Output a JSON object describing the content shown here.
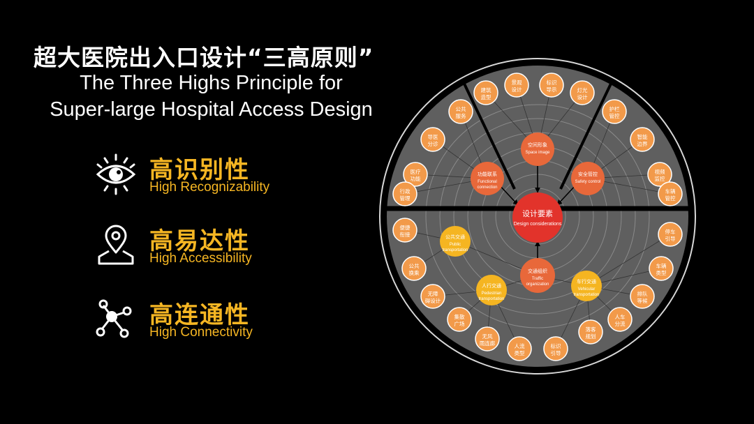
{
  "title": {
    "zh": "超大医院出入口设计“三高原则”",
    "en_line1": "The Three Highs Principle for",
    "en_line2": "Super-large Hospital Access Design"
  },
  "principles": [
    {
      "zh": "高识别性",
      "en": "High Recognizability",
      "icon": "eye-icon"
    },
    {
      "zh": "高易达性",
      "en": "High Accessibility",
      "icon": "map-pin-icon"
    },
    {
      "zh": "高连通性",
      "en": "High Connectivity",
      "icon": "network-icon"
    }
  ],
  "diagram": {
    "center": {
      "zh": "设计要素",
      "en": "Design considerations"
    },
    "upper_nodes": [
      {
        "zh": "空间形象",
        "en": "Space image"
      },
      {
        "zh": "功能联系",
        "en": "Functional connection"
      },
      {
        "zh": "安全管控",
        "en": "Safety control"
      }
    ],
    "traffic": {
      "zh": "交通组织",
      "en": "Traffic organization"
    },
    "lower_nodes": [
      {
        "zh": "公共交通",
        "en": "Public transportation"
      },
      {
        "zh": "人行交通",
        "en": "Pedestrian transportation"
      },
      {
        "zh": "车行交通",
        "en": "Vehicular transportation"
      }
    ],
    "outer_top_left": [
      "公共服务",
      "导医分诊",
      "医疗功能",
      "行政管理"
    ],
    "outer_top": [
      "建筑造型",
      "景观设计",
      "标识导示",
      "灯光设计"
    ],
    "outer_top_right": [
      "护栏管控",
      "智能边界",
      "视频监控",
      "车辆管控"
    ],
    "outer_bottom": [
      "便捷衔接",
      "公共换乘",
      "无障碍设计",
      "集散广场",
      "无风雨连廊",
      "人流类型",
      "标识引导",
      "落客规划",
      "人车分流",
      "排队等候",
      "车辆类型",
      "停车引导"
    ]
  }
}
